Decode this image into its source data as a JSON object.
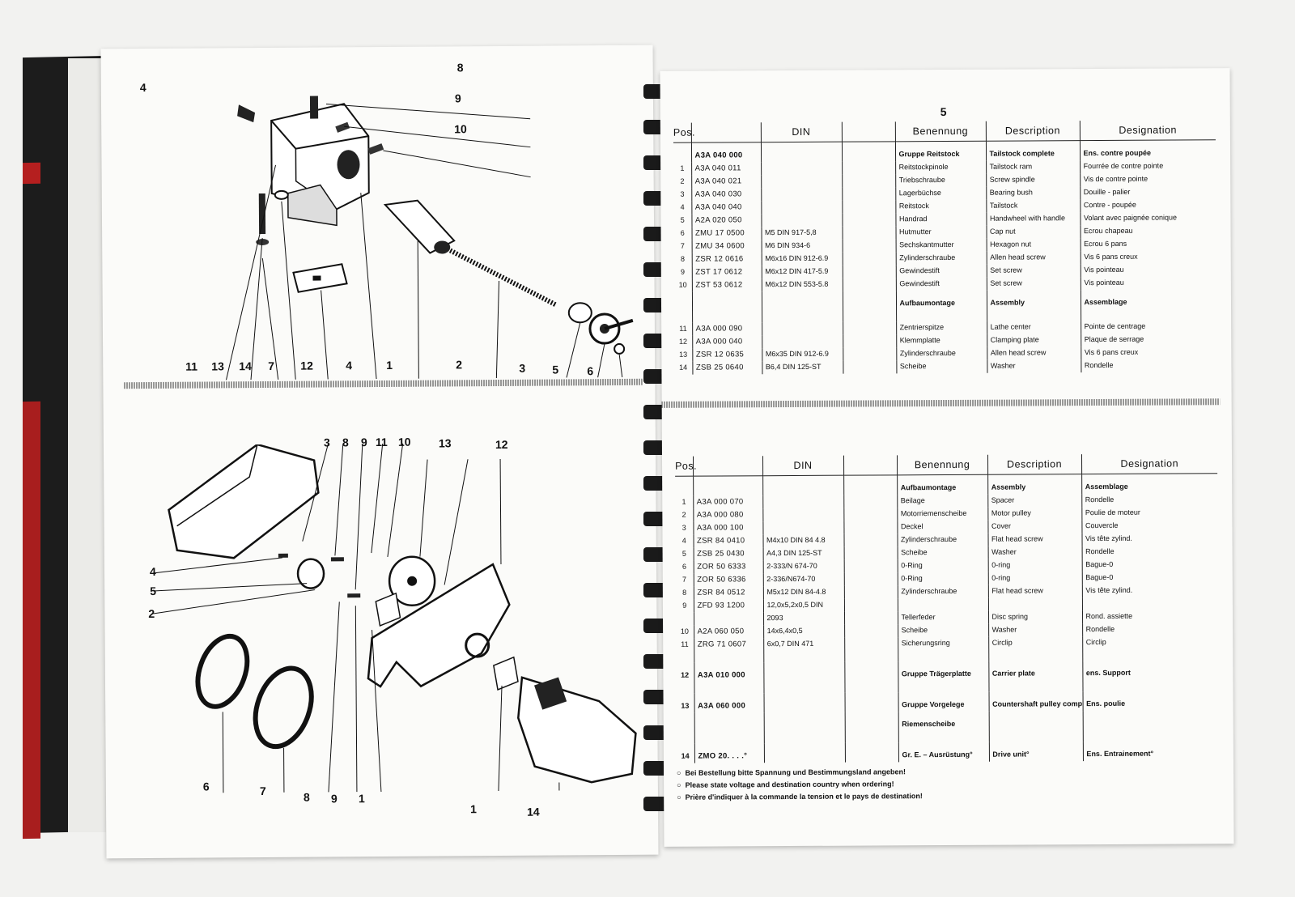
{
  "left_page": {
    "page_number": "4",
    "top_callouts_right": [
      "8",
      "9",
      "10"
    ],
    "top_callouts_bottom": [
      "11",
      "13",
      "14",
      "7",
      "12",
      "4",
      "1",
      "2",
      "3",
      "5",
      "6"
    ],
    "bottom_callouts_top": [
      "3",
      "8",
      "9",
      "11",
      "10",
      "13",
      "12"
    ],
    "bottom_callouts_left": [
      "4",
      "5",
      "2"
    ],
    "bottom_callouts_bottom": [
      "6",
      "7",
      "8",
      "9",
      "1",
      "1",
      "14"
    ]
  },
  "right_page": {
    "page_number": "5",
    "headers": {
      "pos": "Pos.",
      "din": "DIN",
      "benennung": "Benennung",
      "description": "Description",
      "designation": "Designation"
    },
    "table1": [
      {
        "pos": "",
        "code": "A3A  040  000",
        "din": "",
        "de": "Gruppe Reitstock",
        "en": "Tailstock complete",
        "fr": "Ens. contre poupée",
        "group": true
      },
      {
        "pos": "1",
        "code": "A3A  040  011",
        "din": "",
        "de": "Reitstockpinole",
        "en": "Tailstock ram",
        "fr": "Fourrée de contre pointe"
      },
      {
        "pos": "2",
        "code": "A3A  040  021",
        "din": "",
        "de": "Triebschraube",
        "en": "Screw spindle",
        "fr": "Vis de contre pointe"
      },
      {
        "pos": "3",
        "code": "A3A  040  030",
        "din": "",
        "de": "Lagerbüchse",
        "en": "Bearing bush",
        "fr": "Douille - palier"
      },
      {
        "pos": "4",
        "code": "A3A  040  040",
        "din": "",
        "de": "Reitstock",
        "en": "Tailstock",
        "fr": "Contre - poupée"
      },
      {
        "pos": "5",
        "code": "A2A  020  050",
        "din": "",
        "de": "Handrad",
        "en": "Handwheel with handle",
        "fr": "Volant avec paignée conique"
      },
      {
        "pos": "6",
        "code": "ZMU  17  0500",
        "din": "M5 DIN 917-5,8",
        "de": "Hutmutter",
        "en": "Cap nut",
        "fr": "Ecrou chapeau"
      },
      {
        "pos": "7",
        "code": "ZMU  34  0600",
        "din": "M6 DIN 934-6",
        "de": "Sechskantmutter",
        "en": "Hexagon nut",
        "fr": "Ecrou 6 pans"
      },
      {
        "pos": "8",
        "code": "ZSR  12  0616",
        "din": "M6x16 DIN 912-6.9",
        "de": "Zylinderschraube",
        "en": "Allen head screw",
        "fr": "Vis 6 pans creux"
      },
      {
        "pos": "9",
        "code": "ZST  17  0612",
        "din": "M6x12 DIN 417-5.9",
        "de": "Gewindestift",
        "en": "Set screw",
        "fr": "Vis pointeau"
      },
      {
        "pos": "10",
        "code": "ZST  53  0612",
        "din": "M6x12 DIN 553-5.8",
        "de": "Gewindestift",
        "en": "Set screw",
        "fr": "Vis pointeau"
      },
      {
        "pos": "",
        "code": "",
        "din": "",
        "de": "Aufbaumontage",
        "en": "Assembly",
        "fr": "Assemblage",
        "group": true
      },
      {
        "pos": "11",
        "code": "A3A  000  090",
        "din": "",
        "de": "Zentrierspitze",
        "en": "Lathe center",
        "fr": "Pointe de centrage"
      },
      {
        "pos": "12",
        "code": "A3A  000  040",
        "din": "",
        "de": "Klemmplatte",
        "en": "Clamping plate",
        "fr": "Plaque de serrage"
      },
      {
        "pos": "13",
        "code": "ZSR  12  0635",
        "din": "M6x35 DIN 912-6.9",
        "de": "Zylinderschraube",
        "en": "Allen head screw",
        "fr": "Vis 6 pans creux"
      },
      {
        "pos": "14",
        "code": "ZSB  25  0640",
        "din": "B6,4 DIN 125-ST",
        "de": "Scheibe",
        "en": "Washer",
        "fr": "Rondelle"
      }
    ],
    "table2": [
      {
        "pos": "",
        "code": "",
        "din": "",
        "de": "Aufbaumontage",
        "en": "Assembly",
        "fr": "Assemblage",
        "group": true
      },
      {
        "pos": "1",
        "code": "A3A  000  070",
        "din": "",
        "de": "Beilage",
        "en": "Spacer",
        "fr": "Rondelle"
      },
      {
        "pos": "2",
        "code": "A3A  000  080",
        "din": "",
        "de": "Motorriemenscheibe",
        "en": "Motor pulley",
        "fr": "Poulie de moteur"
      },
      {
        "pos": "3",
        "code": "A3A  000  100",
        "din": "",
        "de": "Deckel",
        "en": "Cover",
        "fr": "Couvercle"
      },
      {
        "pos": "4",
        "code": "ZSR  84  0410",
        "din": "M4x10 DIN 84 4.8",
        "de": "Zylinderschraube",
        "en": "Flat head screw",
        "fr": "Vis tête zylind."
      },
      {
        "pos": "5",
        "code": "ZSB  25  0430",
        "din": "A4,3 DIN 125-ST",
        "de": "Scheibe",
        "en": "Washer",
        "fr": "Rondelle"
      },
      {
        "pos": "6",
        "code": "ZOR  50  6333",
        "din": "2-333/N 674-70",
        "de": "0-Ring",
        "en": "0-ring",
        "fr": "Bague-0"
      },
      {
        "pos": "7",
        "code": "ZOR  50  6336",
        "din": "2-336/N674-70",
        "de": "0-Ring",
        "en": "0-ring",
        "fr": "Bague-0"
      },
      {
        "pos": "8",
        "code": "ZSR  84  0512",
        "din": "M5x12 DIN 84-4.8",
        "de": "Zylinderschraube",
        "en": "Flat head screw",
        "fr": "Vis tête zylind."
      },
      {
        "pos": "9",
        "code": "ZFD  93  1200",
        "din": "12,0x5,2x0,5 DIN",
        "de": "",
        "en": "",
        "fr": ""
      },
      {
        "pos": "",
        "code": "",
        "din": "2093",
        "de": "Tellerfeder",
        "en": "Disc spring",
        "fr": "Rond. assiette"
      },
      {
        "pos": "10",
        "code": "A2A  060  050",
        "din": "14x6,4x0,5",
        "de": "Scheibe",
        "en": "Washer",
        "fr": "Rondelle"
      },
      {
        "pos": "11",
        "code": "ZRG  71  0607",
        "din": "6x0,7 DIN 471",
        "de": "Sicherungsring",
        "en": "Circlip",
        "fr": "Circlip"
      },
      {
        "pos": "12",
        "code": "A3A  010  000",
        "din": "",
        "de": "Gruppe Trägerplatte",
        "en": "Carrier plate",
        "fr": "ens. Support",
        "group": true
      },
      {
        "pos": "13",
        "code": "A3A  060  000",
        "din": "",
        "de": "Gruppe Vorgelege",
        "en": "Countershaft pulley compl.",
        "fr": "Ens. poulie",
        "group": true
      },
      {
        "pos": "",
        "code": "",
        "din": "",
        "de": "Riemenscheibe",
        "en": "",
        "fr": "",
        "group": true
      },
      {
        "pos": "14",
        "code": "ZMO  20. . . .°",
        "din": "",
        "de": "Gr. E. – Ausrüstung°",
        "en": "Drive unit°",
        "fr": "Ens. Entrainement°",
        "group": true
      }
    ],
    "notes": [
      "Bei Bestellung bitte Spannung und Bestimmungsland angeben!",
      "Please state voltage and destination country when ordering!",
      "Prière d'indiquer à la commande la tension et le pays de destination!"
    ]
  }
}
